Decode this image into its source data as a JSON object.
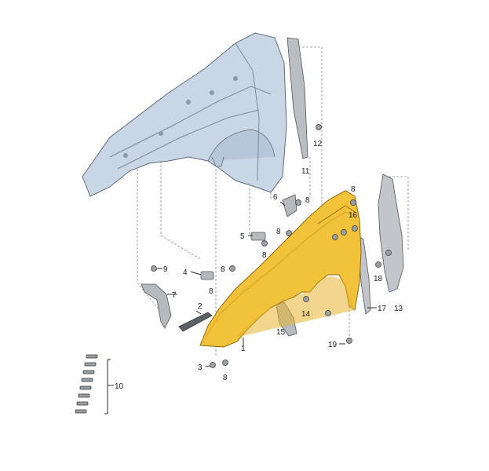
{
  "callouts": {
    "p1": "1",
    "p2": "2",
    "p3": "3",
    "p4": "4",
    "p5": "5",
    "p6": "6",
    "p7": "7",
    "p8a": "8",
    "p8b": "8",
    "p8c": "8",
    "p8d": "8",
    "p8e": "8",
    "p8f": "8",
    "p8g": "8",
    "p9": "9",
    "p10": "10",
    "p11": "11",
    "p12": "12",
    "p13": "13",
    "p14": "14",
    "p15": "15",
    "p16": "16",
    "p17": "17",
    "p18": "18",
    "p19": "19"
  },
  "colors": {
    "fender": "#f2c33a",
    "fender_shade": "#d9a626",
    "body_structure": "#c9d6e6",
    "liner": "#c2c6ca"
  }
}
